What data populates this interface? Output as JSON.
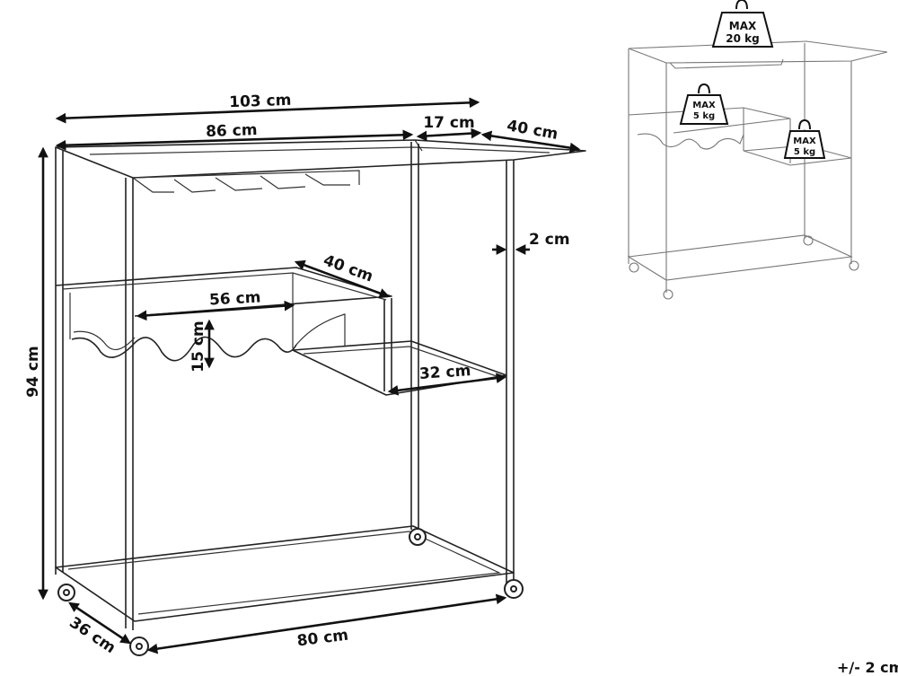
{
  "dimensions": {
    "total_width": "103 cm",
    "top_shelf_width": "86 cm",
    "extension_width": "17 cm",
    "extension_depth": "40 cm",
    "frame_thickness": "2 cm",
    "total_height": "94 cm",
    "middle_shelf_depth": "40 cm",
    "middle_shelf_width": "56 cm",
    "wine_rack_height": "15 cm",
    "small_shelf_width": "32 cm",
    "base_depth": "36 cm",
    "base_width": "80 cm"
  },
  "load_limits": {
    "max_label": "MAX",
    "top_load": "20 kg",
    "middle_load": "5 kg",
    "side_load": "5 kg"
  },
  "tolerance": "+/- 2 cm"
}
